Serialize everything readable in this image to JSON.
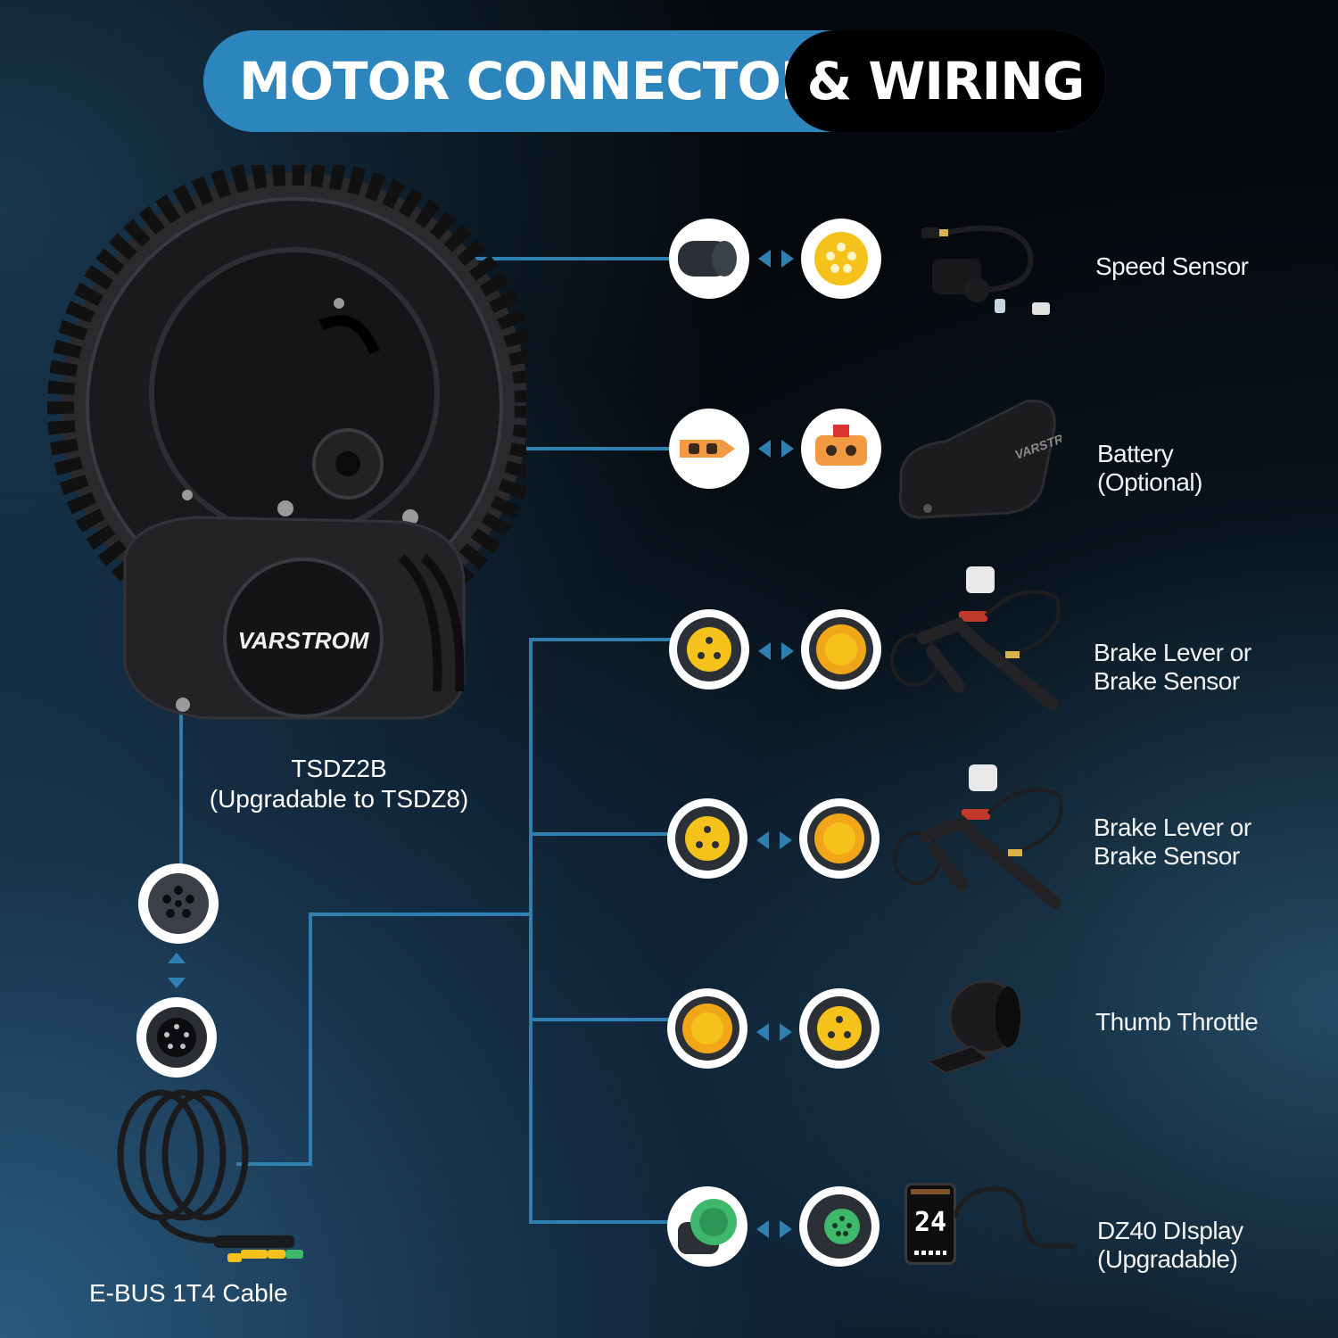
{
  "title": {
    "left": "MOTOR CONNECTOR",
    "right": "& WIRING"
  },
  "motor": {
    "brand": "VARSTROM",
    "model": "TSDZ2B",
    "note": "(Upgradable to TSDZ8)"
  },
  "cable": {
    "label": "E-BUS 1T4 Cable"
  },
  "components": [
    {
      "line1": "Speed Sensor",
      "line2": ""
    },
    {
      "line1": "Battery",
      "line2": "(Optional)"
    },
    {
      "line1": "Brake Lever or",
      "line2": "Brake Sensor"
    },
    {
      "line1": "Brake Lever or",
      "line2": "Brake Sensor"
    },
    {
      "line1": "Thumb Throttle",
      "line2": ""
    },
    {
      "line1": "DZ40 DIsplay",
      "line2": "(Upgradable)"
    }
  ],
  "display_reading": "24",
  "colors": {
    "accent": "#2c86bd",
    "connector_yellow": "#f4c21a",
    "connector_orange": "#f29a43",
    "connector_green": "#3fb86b"
  }
}
